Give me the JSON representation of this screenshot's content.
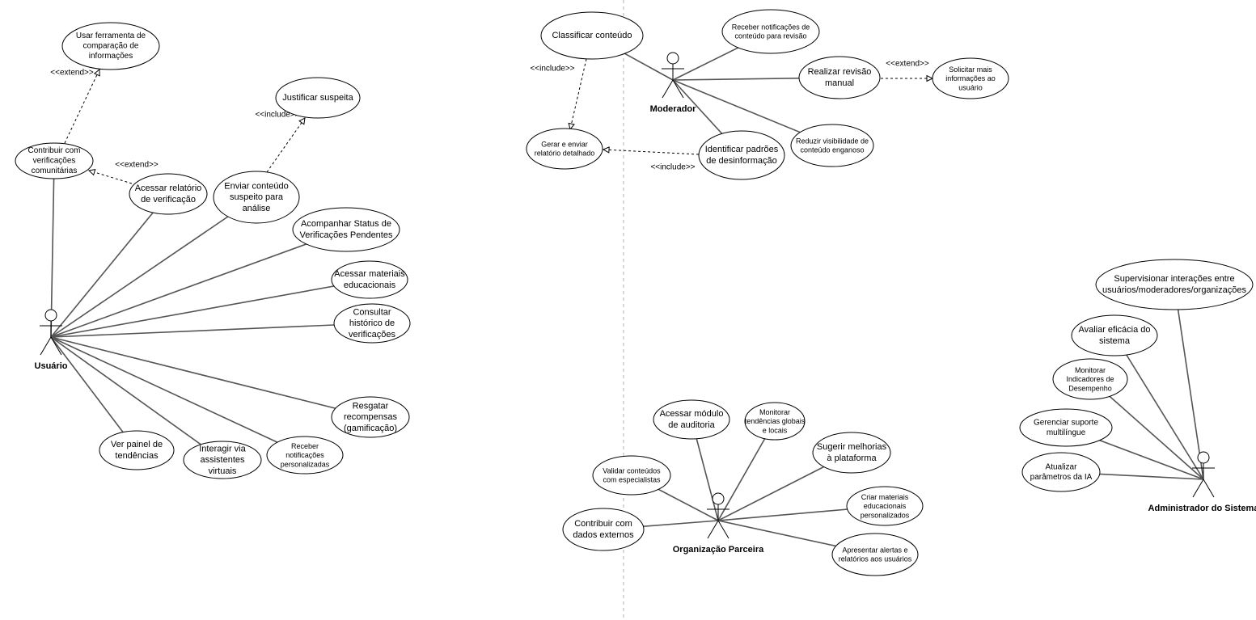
{
  "actors": [
    {
      "id": "usuario",
      "name": "Usuário"
    },
    {
      "id": "moderador",
      "name": "Moderador"
    },
    {
      "id": "organizacao",
      "name": "Organização Parceira"
    },
    {
      "id": "admin",
      "name": "Administrador do Sistema"
    }
  ],
  "use_cases": [
    {
      "id": "usar_ferramenta",
      "lines": [
        "Usar ferramenta de",
        "comparação de",
        "informações"
      ]
    },
    {
      "id": "justificar",
      "lines": [
        "Justificar suspeita"
      ]
    },
    {
      "id": "contribuir_verif",
      "lines": [
        "Contribuir com",
        "verificações",
        "comunitárias"
      ]
    },
    {
      "id": "acessar_relatorio",
      "lines": [
        "Acessar relatório",
        "de verificação"
      ]
    },
    {
      "id": "enviar_conteudo",
      "lines": [
        "Enviar conteúdo",
        "suspeito para",
        "análise"
      ]
    },
    {
      "id": "acompanhar_status",
      "lines": [
        "Acompanhar Status de",
        "Verificações Pendentes"
      ]
    },
    {
      "id": "acessar_materiais",
      "lines": [
        "Acessar materiais",
        "educacionais"
      ]
    },
    {
      "id": "consultar_historico",
      "lines": [
        "Consultar",
        "histórico de",
        "verificações"
      ]
    },
    {
      "id": "resgatar_recompensas",
      "lines": [
        "Resgatar",
        "recompensas",
        "(gamificação)"
      ]
    },
    {
      "id": "ver_painel",
      "lines": [
        "Ver painel de",
        "tendências"
      ]
    },
    {
      "id": "interagir_assistentes",
      "lines": [
        "Interagir via",
        "assistentes",
        "virtuais"
      ]
    },
    {
      "id": "receber_notif_pers",
      "lines": [
        "Receber",
        "notificações",
        "personalizadas"
      ]
    },
    {
      "id": "classificar",
      "lines": [
        "Classificar conteúdo"
      ]
    },
    {
      "id": "receber_notif_rev",
      "lines": [
        "Receber notificações de",
        "conteúdo para revisão"
      ]
    },
    {
      "id": "realizar_revisao",
      "lines": [
        "Realizar revisão",
        "manual"
      ]
    },
    {
      "id": "solicitar_info",
      "lines": [
        "Solicitar mais",
        "informações ao",
        "usuário"
      ]
    },
    {
      "id": "gerar_relatorio",
      "lines": [
        "Gerar e enviar",
        "relatório detalhado"
      ]
    },
    {
      "id": "identificar_padroes",
      "lines": [
        "Identificar padrões",
        "de desinformação"
      ]
    },
    {
      "id": "reduzir_visibilidade",
      "lines": [
        "Reduzir visibilidade de",
        "conteúdo enganoso"
      ]
    },
    {
      "id": "acessar_auditoria",
      "lines": [
        "Acessar módulo",
        "de auditoria"
      ]
    },
    {
      "id": "monitorar_tendencias",
      "lines": [
        "Monitorar",
        "tendências globais",
        "e locais"
      ]
    },
    {
      "id": "sugerir_melhorias",
      "lines": [
        "Sugerir melhorias",
        "à plataforma"
      ]
    },
    {
      "id": "validar_conteudos",
      "lines": [
        "Validar conteúdos",
        "com especialistas"
      ]
    },
    {
      "id": "criar_materiais",
      "lines": [
        "Criar materiais",
        "educacionais",
        "personalizados"
      ]
    },
    {
      "id": "contribuir_dados",
      "lines": [
        "Contribuir com",
        "dados externos"
      ]
    },
    {
      "id": "apresentar_alertas",
      "lines": [
        "Apresentar alertas e",
        "relatórios aos usuários"
      ]
    },
    {
      "id": "supervisionar",
      "lines": [
        "Supervisionar interações entre",
        "usuários/moderadores/organizações"
      ]
    },
    {
      "id": "avaliar_eficacia",
      "lines": [
        "Avaliar eficácia do",
        "sistema"
      ]
    },
    {
      "id": "monitorar_indicadores",
      "lines": [
        "Monitorar",
        "Indicadores de",
        "Desempenho"
      ]
    },
    {
      "id": "gerenciar_suporte",
      "lines": [
        "Gerenciar suporte",
        "multilíngue"
      ]
    },
    {
      "id": "atualizar_parametros",
      "lines": [
        "Atualizar",
        "parâmetros da IA"
      ]
    }
  ],
  "associations": [
    [
      "usuario",
      "contribuir_verif"
    ],
    [
      "usuario",
      "acessar_relatorio"
    ],
    [
      "usuario",
      "enviar_conteudo"
    ],
    [
      "usuario",
      "acompanhar_status"
    ],
    [
      "usuario",
      "acessar_materiais"
    ],
    [
      "usuario",
      "consultar_historico"
    ],
    [
      "usuario",
      "resgatar_recompensas"
    ],
    [
      "usuario",
      "ver_painel"
    ],
    [
      "usuario",
      "interagir_assistentes"
    ],
    [
      "usuario",
      "receber_notif_pers"
    ],
    [
      "moderador",
      "classificar"
    ],
    [
      "moderador",
      "receber_notif_rev"
    ],
    [
      "moderador",
      "realizar_revisao"
    ],
    [
      "moderador",
      "identificar_padroes"
    ],
    [
      "moderador",
      "reduzir_visibilidade"
    ],
    [
      "organizacao",
      "acessar_auditoria"
    ],
    [
      "organizacao",
      "monitorar_tendencias"
    ],
    [
      "organizacao",
      "sugerir_melhorias"
    ],
    [
      "organizacao",
      "validar_conteudos"
    ],
    [
      "organizacao",
      "criar_materiais"
    ],
    [
      "organizacao",
      "contribuir_dados"
    ],
    [
      "organizacao",
      "apresentar_alertas"
    ],
    [
      "admin",
      "supervisionar"
    ],
    [
      "admin",
      "avaliar_eficacia"
    ],
    [
      "admin",
      "monitorar_indicadores"
    ],
    [
      "admin",
      "gerenciar_suporte"
    ],
    [
      "admin",
      "atualizar_parametros"
    ]
  ],
  "dependencies": [
    {
      "from": "contribuir_verif",
      "to": "usar_ferramenta",
      "label": "<<extend>>"
    },
    {
      "from": "acessar_relatorio",
      "to": "contribuir_verif",
      "label": "<<extend>>"
    },
    {
      "from": "enviar_conteudo",
      "to": "justificar",
      "label": "<<include>>"
    },
    {
      "from": "classificar",
      "to": "gerar_relatorio",
      "label": "<<include>>"
    },
    {
      "from": "identificar_padroes",
      "to": "gerar_relatorio",
      "label": "<<include>>"
    },
    {
      "from": "realizar_revisao",
      "to": "solicitar_info",
      "label": "<<extend>>"
    }
  ]
}
